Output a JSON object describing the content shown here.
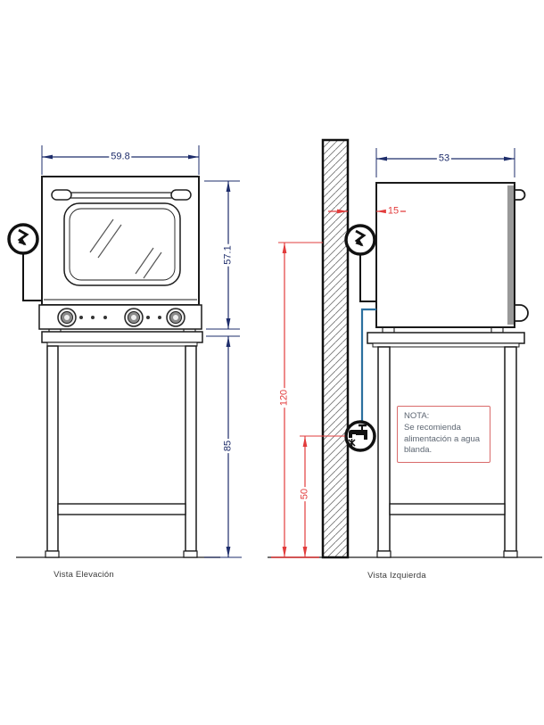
{
  "elevation_view": {
    "caption": "Vista Elevación",
    "dims": {
      "width": "59.8",
      "oven_height": "57.1",
      "stand_height": "85"
    }
  },
  "side_view": {
    "caption": "Vista Izquierda",
    "dims": {
      "depth": "53",
      "wall_clearance": "15",
      "electric_height": "120",
      "water_height": "50"
    },
    "note": {
      "title": "NOTA:",
      "body": "Se recomienda alimentación a agua blanda."
    }
  },
  "icons": {
    "electric": "electric-connection-icon",
    "water": "water-tap-icon"
  },
  "colors": {
    "dim_blue": "#1e2d6b",
    "dim_red": "#e23c3c",
    "pipe_blue": "#2b6f9e",
    "line_black": "#1a1a1a"
  }
}
